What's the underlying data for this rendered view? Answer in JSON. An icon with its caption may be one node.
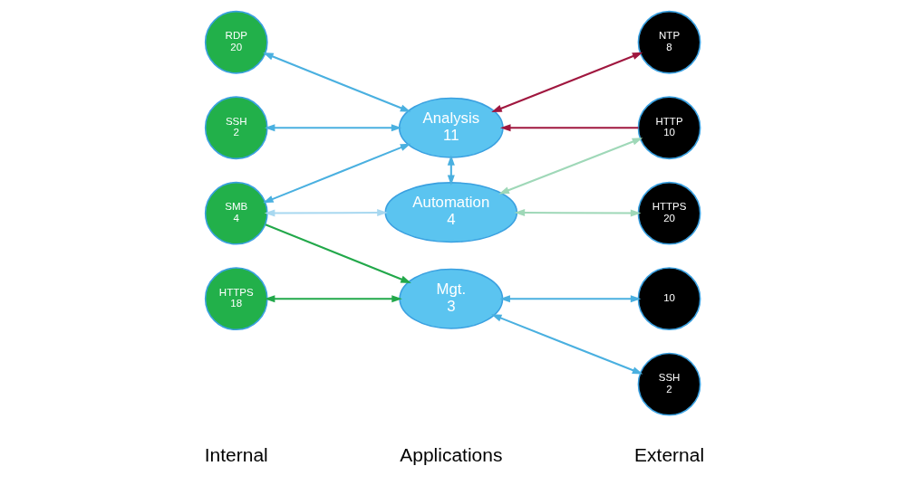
{
  "diagram": {
    "nodes": [
      {
        "text": [
          "RDP",
          "20"
        ]
      },
      {
        "text": [
          "SMB",
          "4"
        ]
      },
      {
        "text": [
          "SSH",
          "2"
        ]
      },
      {
        "text": [
          "HTTPS",
          "18"
        ]
      },
      {
        "text": [
          "Analysis",
          "11"
        ]
      },
      {
        "text": [
          "Mgt.",
          "3"
        ]
      },
      {
        "text": [
          "Automation",
          "4"
        ]
      },
      {
        "text": [
          "HTTP",
          "10"
        ]
      },
      {
        "text": [
          "NTP",
          "8"
        ]
      },
      {
        "text": [
          "10"
        ]
      },
      {
        "text": [
          "SSH",
          "2"
        ]
      },
      {
        "text": [
          "HTTPS",
          "20"
        ]
      }
    ],
    "edges": [
      {
        "from": 4,
        "to": 0,
        "arrow": "both"
      },
      {
        "from": 4,
        "to": 1,
        "arrow": "both"
      },
      {
        "from": 4,
        "to": 2,
        "arrow": "both"
      },
      {
        "from": 4,
        "to": 6,
        "arrow": "both"
      },
      {
        "from": 1,
        "to": 5,
        "arrow": "to",
        "color": "#22a84a"
      },
      {
        "from": 5,
        "to": 3,
        "arrow": "both",
        "color": "#22a84a"
      },
      {
        "from": 1,
        "to": 6,
        "arrow": "both",
        "color": "#a8d8f0"
      },
      {
        "from": 7,
        "to": 4,
        "arrow": "to",
        "color": "#a0173f"
      },
      {
        "from": 4,
        "to": 8,
        "arrow": "both",
        "color": "#a0173f"
      },
      {
        "from": 5,
        "to": 9,
        "arrow": "both"
      },
      {
        "from": 5,
        "to": 10,
        "arrow": "both"
      },
      {
        "from": 6,
        "to": 7,
        "arrow": "both",
        "color": "#9fd8b8"
      },
      {
        "from": 6,
        "to": 11,
        "arrow": "both",
        "color": "#9fd8b8"
      }
    ],
    "labels": [
      "Internal",
      "Applications",
      "External"
    ]
  }
}
